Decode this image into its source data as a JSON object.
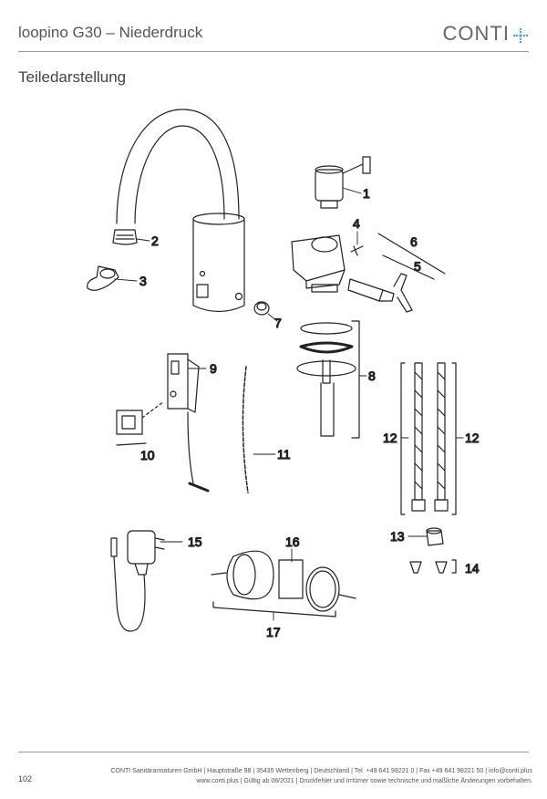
{
  "header": {
    "title": "loopino G30 – Niederdruck",
    "brand": "CONTI",
    "brand_color": "#4a9fd4"
  },
  "section": {
    "title": "Teiledarstellung"
  },
  "callouts": {
    "c1": "1",
    "c2": "2",
    "c3": "3",
    "c4": "4",
    "c5": "5",
    "c6": "6",
    "c7": "7",
    "c8": "8",
    "c9": "9",
    "c10": "10",
    "c11": "11",
    "c12a": "12",
    "c12b": "12",
    "c13": "13",
    "c14": "14",
    "c15": "15",
    "c16": "16",
    "c17": "17"
  },
  "footer": {
    "page_number": "102",
    "line1": "CONTI Sanitärarmaturen GmbH | Hauptstraße 98 | 35435 Wettenberg | Deutschland | Tel. +49 641 98221 0 | Fax +49 641 98221 50 | info@conti.plus",
    "line2": "www.conti.plus | Gültig ab 08/2021 | Druckfehler und Irrtümer sowie technische und maßliche Änderungen vorbehalten."
  }
}
